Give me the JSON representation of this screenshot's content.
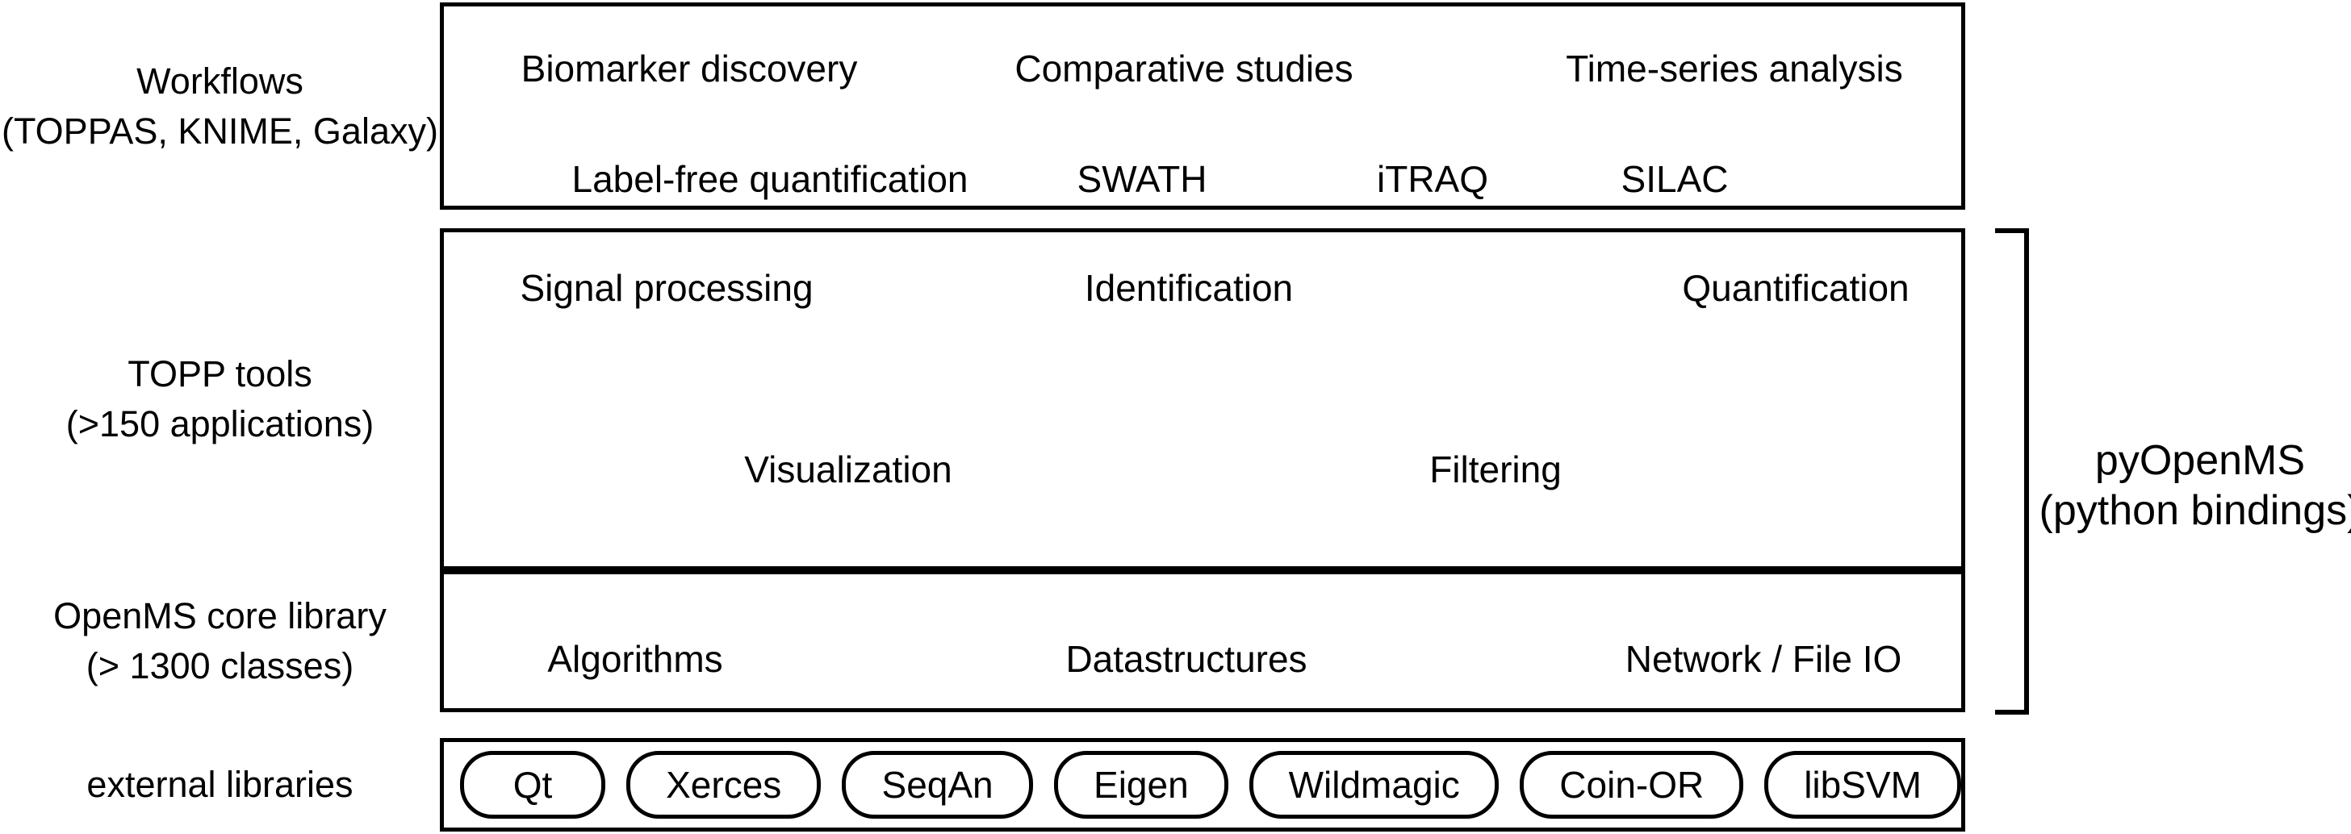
{
  "side_labels": {
    "workflows": {
      "line1": "Workflows",
      "line2": "(TOPPAS, KNIME, Galaxy)"
    },
    "topp_tools": {
      "line1": "TOPP tools",
      "line2": "(>150 applications)"
    },
    "core_library": {
      "line1": "OpenMS core library",
      "line2": "(> 1300 classes)"
    },
    "external_libraries": {
      "line1": "external libraries"
    }
  },
  "workflows_box": {
    "row1": [
      "Biomarker discovery",
      "Comparative studies",
      "Time-series analysis"
    ],
    "row2": [
      "Label-free quantification",
      "SWATH",
      "iTRAQ",
      "SILAC"
    ]
  },
  "topp_tools_box": {
    "row1": [
      "Signal processing",
      "Identification",
      "Quantification"
    ],
    "row2": [
      "Visualization",
      "Filtering"
    ]
  },
  "core_library_box": {
    "row1": [
      "Algorithms",
      "Datastructures",
      "Network / File IO"
    ]
  },
  "external_libraries_box": {
    "pills": [
      "Qt",
      "Xerces",
      "SeqAn",
      "Eigen",
      "Wildmagic",
      "Coin-OR",
      "libSVM"
    ]
  },
  "pyopenms": {
    "line1": "pyOpenMS",
    "line2": "(python bindings)"
  },
  "colors": {
    "ink": "#000000",
    "background": "#ffffff"
  }
}
